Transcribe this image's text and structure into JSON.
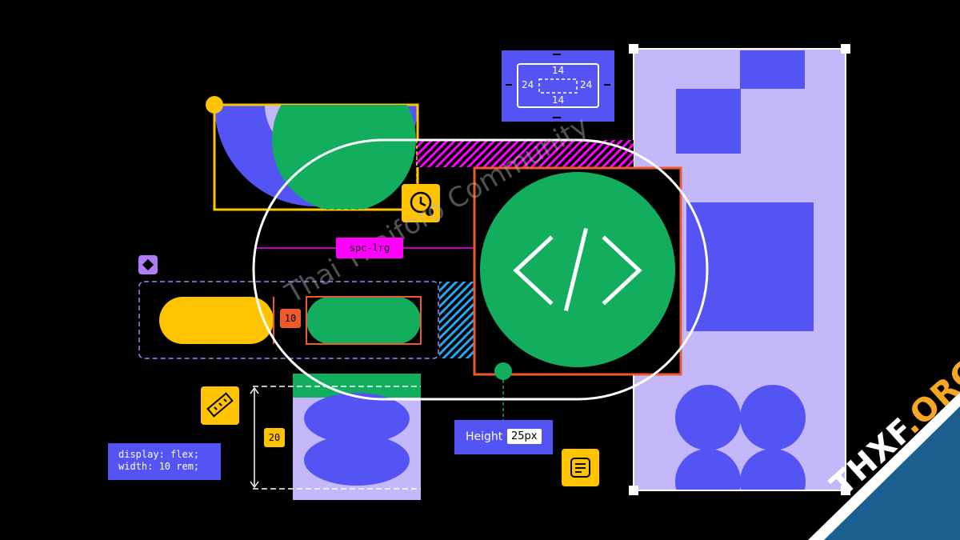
{
  "code_snippet": {
    "line1": "display: flex;",
    "line2": "width: 10 rem;"
  },
  "height_tag": {
    "label": "Height",
    "value": "25px"
  },
  "spacing_token": "spc-lrg",
  "gap_badge": "10",
  "dimension_badge": "20",
  "padding_widget": {
    "top": "14",
    "bottom": "14",
    "left": "24",
    "right": "24"
  },
  "watermark": "Thai Thaiforo Community",
  "logo": {
    "main": "THXF",
    "accent": ".ORG"
  },
  "colors": {
    "background": "#000000",
    "indigo": "#5454f5",
    "lavender": "#c4b8fb",
    "green": "#12ad5d",
    "yellow": "#ffc300",
    "magenta": "#ff00ff",
    "orange": "#ef5a2a",
    "blue": "#2ba4f0",
    "logo_blue": "#1b5f91",
    "logo_orange": "#f5a623"
  },
  "icons": [
    "history-icon",
    "ruler-icon",
    "document-icon",
    "component-diamond-icon",
    "code-brackets-icon"
  ]
}
